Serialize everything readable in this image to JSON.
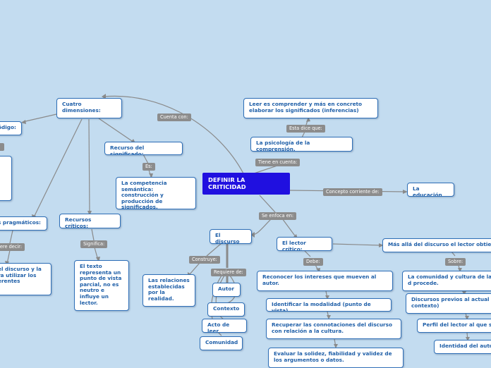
{
  "central": "DEFINIR LA CRITICIDAD",
  "nodes": {
    "cuatro_dimensiones": "Cuatro dimensiones:",
    "codigo": "ódigo:",
    "recurso_significado": "Recurso del significado:",
    "competencia_semantica": "La competencia semántica: construcción y producción de significados.",
    "recursos_pragmaticos": "s pragmáticos:",
    "discurso_utilizar": "el discurso y la ra utilizar los erentes",
    "recursos_criticos": "Recursos críticos:",
    "texto_representa": "El texto representa un punto de vista parcial, no es neutro e influye un lector.",
    "leer_comprender": "Leer es comprender y más en concreto elaborar los significados (inferencias)",
    "psicologia": "La psicología de la comprensión.",
    "educacion": "La educación",
    "el_discurso": "El discurso",
    "relaciones": "Las relaciones establecidas por la realidad.",
    "autor": "Autor",
    "contexto": "Contexto",
    "acto_leer": "Acto de leer",
    "comunidad": "Comunidad",
    "lector_critico": "El lector crítico:",
    "intereses": "Reconocer los intereses que mueven al autor.",
    "modalidad": "Identificar la modalidad (punto de vista)",
    "connotaciones": "Recuperar las connotaciones del discurso con relación a la cultura.",
    "evaluar": "Evaluar la solidez, fiabilidad y validez de los argumentos o datos.",
    "mas_alla": "Más allá del discurso el lector obtiene",
    "comunidad_cultura": "La comunidad y cultura de la d procede.",
    "discursos_previos": "Discursos previos al actual ( contexto)",
    "perfil_lector": "Perfil del lector al que se",
    "identidad_autor": "Identidad del auto"
  },
  "labels": {
    "cuenta_con": "Cuenta con:",
    "es": "Es:",
    "quiere_decir": "iere decir:",
    "significa": "Significa:",
    "esta_dice_que": "Esta dice que:",
    "tiene_en_cuenta": "Tiene en cuenta:",
    "concepto_corriente": "Concepto corriente de:",
    "se_enfoca_en": "Se enfoca en:",
    "construye": "Construye:",
    "requiere_de": "Requiere de:",
    "debe": "Debe:",
    "sobre": "Sobre:"
  },
  "colors": {
    "background": "#c3dcf0",
    "node_text": "#1f5fa8",
    "node_border": "#2f6fb7",
    "central_fill": "#2010e0",
    "label_fill": "#8c8c8c",
    "connector": "#8a8a8a"
  }
}
